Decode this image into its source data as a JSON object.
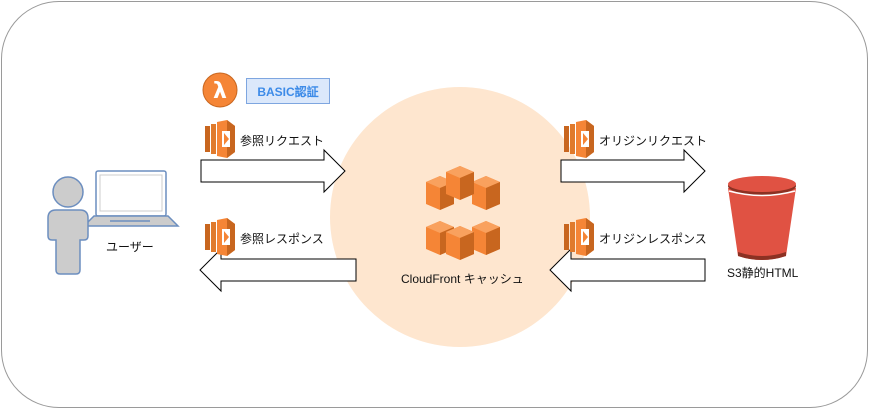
{
  "diagram": {
    "nodes": {
      "user": {
        "label": "ユーザー",
        "icon": "user-with-laptop-icon"
      },
      "cloudfront": {
        "label": "CloudFront キャッシュ",
        "icon": "cloudfront-icon"
      },
      "s3": {
        "label": "S3静的HTML",
        "icon": "s3-bucket-icon"
      }
    },
    "lambda_badge": {
      "icon": "lambda-icon",
      "label": "BASIC認証"
    },
    "flows": [
      {
        "label": "参照リクエスト",
        "direction": "right",
        "from": "user",
        "to": "cloudfront",
        "icon": "lambda-function-icon"
      },
      {
        "label": "参照レスポンス",
        "direction": "left",
        "from": "cloudfront",
        "to": "user",
        "icon": "lambda-function-icon"
      },
      {
        "label": "オリジンリクエスト",
        "direction": "right",
        "from": "cloudfront",
        "to": "s3",
        "icon": "lambda-function-icon"
      },
      {
        "label": "オリジンレスポンス",
        "direction": "left",
        "from": "s3",
        "to": "cloudfront",
        "icon": "lambda-function-icon"
      }
    ],
    "colors": {
      "aws_orange": "#f58536",
      "cache_circle": "#fee6cf",
      "s3_red": "#e05243",
      "basic_fill": "#dbe8fb",
      "basic_text": "#3d8be8",
      "user_fill": "#cccccc",
      "user_stroke": "#6c8ebf"
    }
  }
}
